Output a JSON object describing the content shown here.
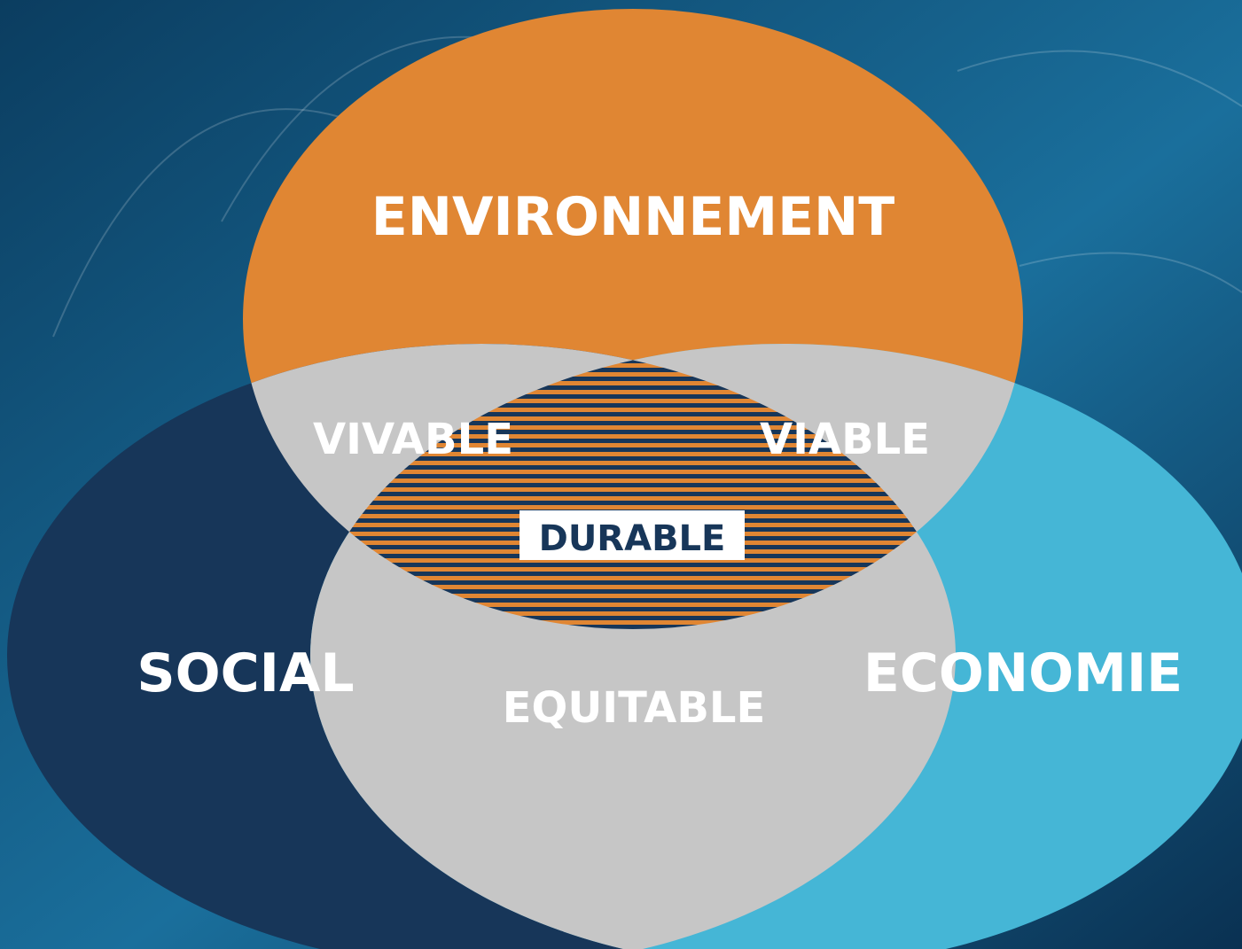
{
  "diagram": {
    "type": "venn-3",
    "sets": {
      "top": {
        "label": "ENVIRONNEMENT",
        "color": "#e08633"
      },
      "left": {
        "label": "SOCIAL",
        "color": "#173659"
      },
      "right": {
        "label": "ECONOMIE",
        "color": "#45b6d6"
      }
    },
    "intersections": {
      "top_left": {
        "label": "VIVABLE",
        "color": "#c6c6c6"
      },
      "top_right": {
        "label": "VIABLE",
        "color": "#c6c6c6"
      },
      "left_right": {
        "label": "EQUITABLE",
        "color": "#c6c6c6"
      },
      "center": {
        "label": "DURABLE",
        "stripe_colors": [
          "#e08633",
          "#173659"
        ]
      }
    },
    "background_colors": [
      "#0b3d60",
      "#1a6f9c",
      "#0a3152"
    ]
  }
}
